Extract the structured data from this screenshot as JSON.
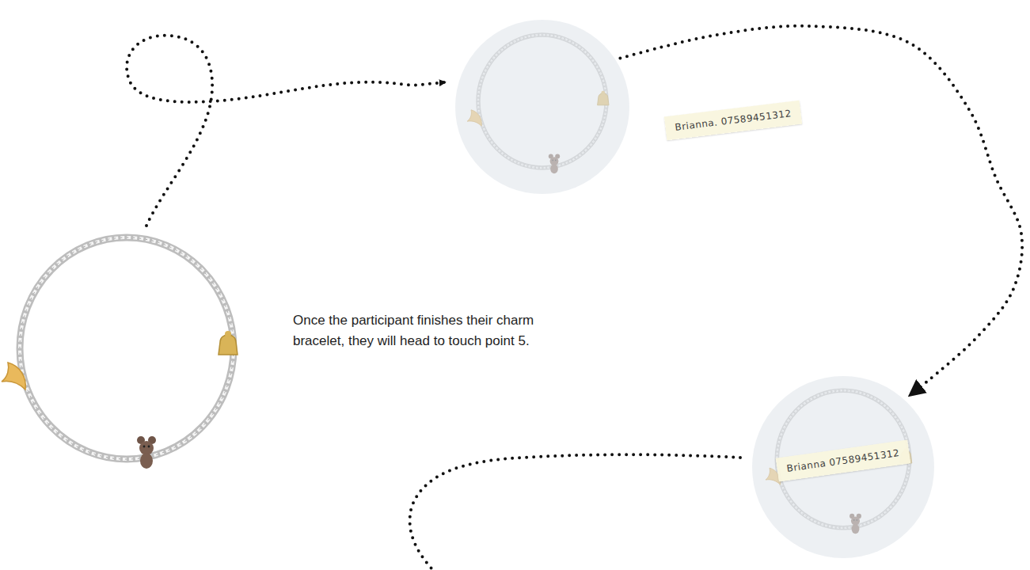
{
  "diagram": {
    "nodes": [
      {
        "text": [
          "Brianna. 07589451312"
        ]
      },
      {
        "text": [
          "Brianna 07589451312"
        ]
      }
    ],
    "edges": [
      {
        "from": 0,
        "to": 1,
        "arrow": "to"
      }
    ],
    "labels": [
      "Once the participant finishes their charm bracelet, they will head to touch point 5."
    ]
  }
}
